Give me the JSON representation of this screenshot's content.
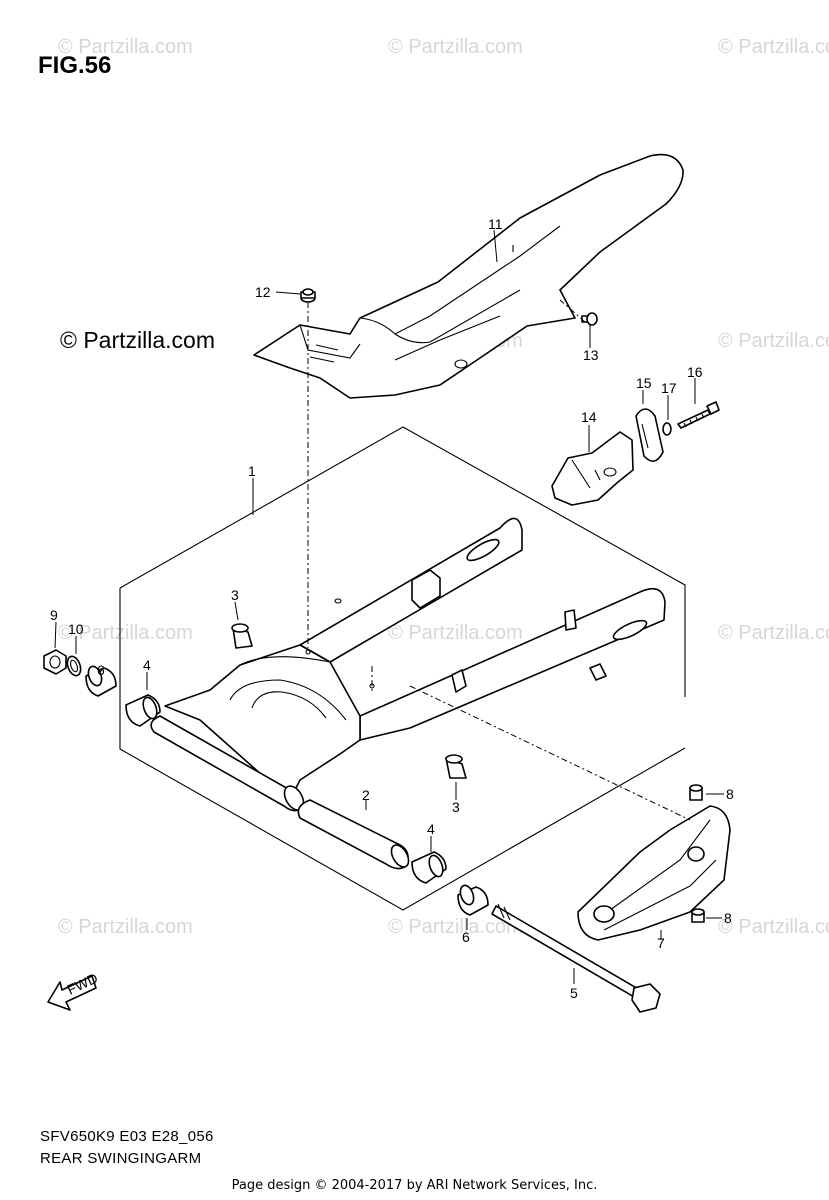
{
  "figure": {
    "label": "FIG.56"
  },
  "copyright_main": "© Partzilla.com",
  "watermark_text": "© Partzilla.com",
  "callouts": {
    "p1": "1",
    "p2": "2",
    "p3a": "3",
    "p3b": "3",
    "p4a": "4",
    "p4b": "4",
    "p5": "5",
    "p6a": "6",
    "p6b": "6",
    "p7": "7",
    "p8a": "8",
    "p8b": "8",
    "p9": "9",
    "p10": "10",
    "p11": "11",
    "p12": "12",
    "p13": "13",
    "p14": "14",
    "p15": "15",
    "p16": "16",
    "p17": "17"
  },
  "fwd_label": "FWD",
  "model_code": "SFV650K9 E03 E28_056",
  "model_title": "REAR SWINGINGARM",
  "footer": "Page design © 2004-2017 by ARI Network Services, Inc.",
  "colors": {
    "line": "#000000",
    "watermark": "#d6d6d6",
    "background": "#ffffff"
  }
}
